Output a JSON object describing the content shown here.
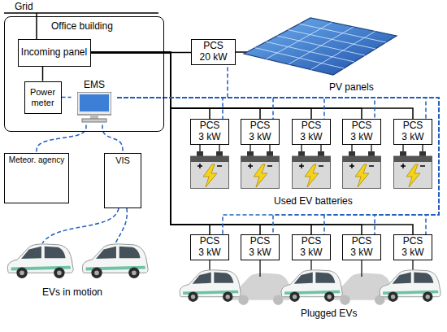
{
  "diagram": {
    "nodes": [
      {
        "text": [
          "Office building"
        ]
      },
      {
        "text": [
          "Incoming panel"
        ],
        "in": 0
      },
      {
        "text": [
          "Power meter"
        ],
        "in": 0
      },
      {
        "text": [
          "EMS"
        ],
        "in": 0
      },
      {
        "text": [
          "PCS 20 kW"
        ]
      },
      {
        "text": [
          "Meteor. agency"
        ]
      },
      {
        "text": [
          "VIS"
        ]
      },
      {
        "text": [
          "PCS 3 kW"
        ]
      },
      {
        "text": [
          "PCS 3 kW"
        ]
      },
      {
        "text": [
          "PCS 3 kW"
        ]
      },
      {
        "text": [
          "PCS 3 kW"
        ]
      },
      {
        "text": [
          "PCS 3 kW"
        ]
      },
      {
        "text": [
          "PCS 3 kW"
        ]
      },
      {
        "text": [
          "PCS 3 kW"
        ]
      },
      {
        "text": [
          "PCS 3 kW"
        ]
      },
      {
        "text": [
          "PCS 3 kW"
        ]
      },
      {
        "text": [
          "PCS 3 kW"
        ]
      }
    ],
    "edges": [
      {
        "from": 1,
        "to": 2,
        "arrow": "none"
      },
      {
        "from": 2,
        "to": 3,
        "arrow": "none"
      },
      {
        "from": 1,
        "to": 4,
        "arrow": "none"
      },
      {
        "from": 1,
        "to": 7,
        "arrow": "none"
      },
      {
        "from": 1,
        "to": 8,
        "arrow": "none"
      },
      {
        "from": 1,
        "to": 9,
        "arrow": "none"
      },
      {
        "from": 1,
        "to": 10,
        "arrow": "none"
      },
      {
        "from": 1,
        "to": 11,
        "arrow": "none"
      },
      {
        "from": 1,
        "to": 12,
        "arrow": "none"
      },
      {
        "from": 1,
        "to": 13,
        "arrow": "none"
      },
      {
        "from": 1,
        "to": 14,
        "arrow": "none"
      },
      {
        "from": 1,
        "to": 15,
        "arrow": "none"
      },
      {
        "from": 1,
        "to": 16,
        "arrow": "none"
      },
      {
        "from": 3,
        "to": 4,
        "arrow": "none"
      },
      {
        "from": 3,
        "to": 7,
        "arrow": "none"
      },
      {
        "from": 3,
        "to": 8,
        "arrow": "none"
      },
      {
        "from": 3,
        "to": 9,
        "arrow": "none"
      },
      {
        "from": 3,
        "to": 10,
        "arrow": "none"
      },
      {
        "from": 3,
        "to": 11,
        "arrow": "none"
      },
      {
        "from": 3,
        "to": 12,
        "arrow": "none"
      },
      {
        "from": 3,
        "to": 13,
        "arrow": "none"
      },
      {
        "from": 3,
        "to": 14,
        "arrow": "none"
      },
      {
        "from": 3,
        "to": 15,
        "arrow": "none"
      },
      {
        "from": 3,
        "to": 16,
        "arrow": "none"
      },
      {
        "from": 3,
        "to": 5,
        "arrow": "none"
      },
      {
        "from": 3,
        "to": 6,
        "arrow": "none"
      }
    ],
    "labels": [
      "Grid",
      "PV panels",
      "Used EV batteries",
      "EVs in motion",
      "Plugged EVs"
    ]
  }
}
